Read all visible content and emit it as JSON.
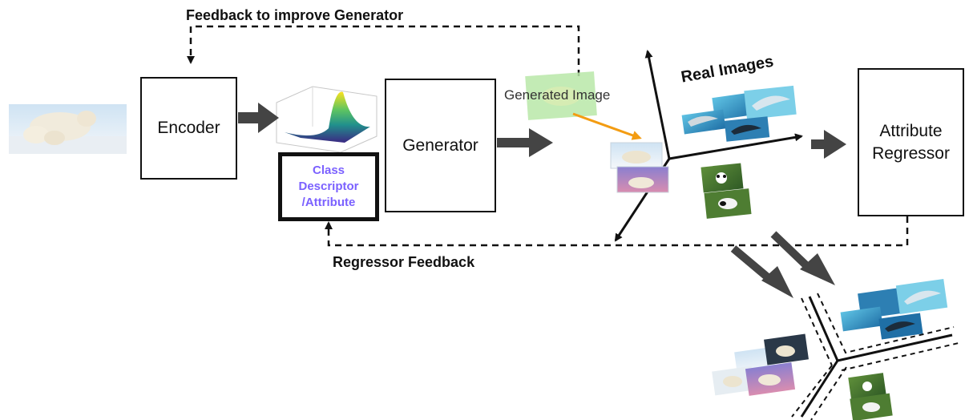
{
  "labels": {
    "feedback_top": "Feedback to improve Generator",
    "regressor_feedback": "Regressor Feedback",
    "generated_image": "Generated Image",
    "real_images": "Real Images"
  },
  "blocks": {
    "encoder": "Encoder",
    "generator": "Generator",
    "attribute_regressor_line1": "Attribute",
    "attribute_regressor_line2": "Regressor",
    "class_descriptor_line1": "Class",
    "class_descriptor_line2": "Descriptor",
    "class_descriptor_line3": "/Attribute"
  },
  "colors": {
    "stroke": "#111111",
    "class_descriptor_text": "#7b61ff",
    "orange_arrow": "#f39c12",
    "generated_image_tint": "#b9e8a8"
  },
  "icons": {
    "gaussian": "gaussian-surface-icon",
    "input_image": "polar-bear-photo-icon"
  }
}
